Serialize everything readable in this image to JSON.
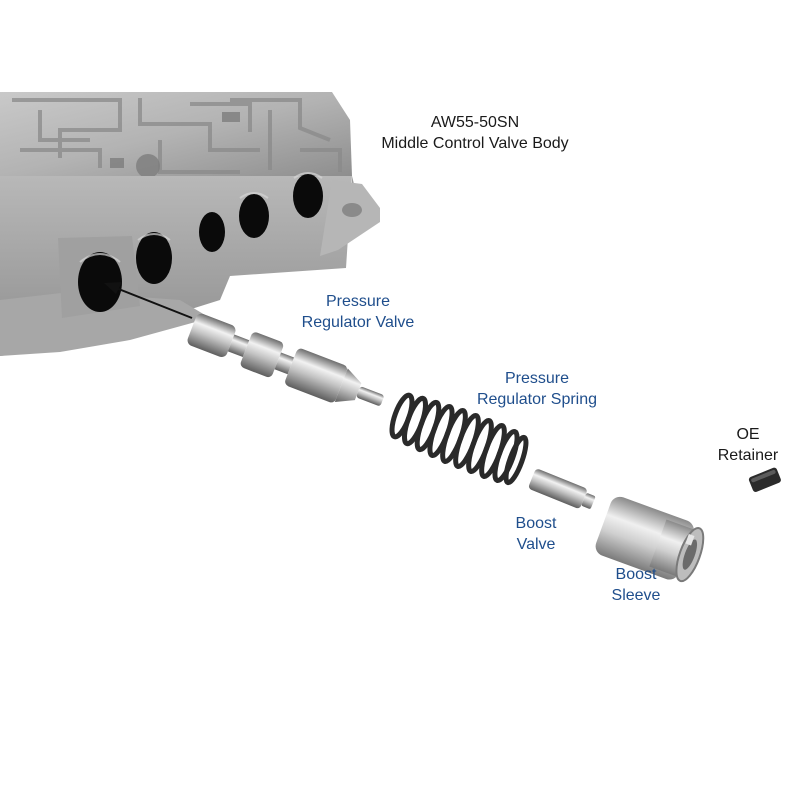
{
  "labels": {
    "valve_body": {
      "line1": "AW55-50SN",
      "line2": "Middle Control Valve Body"
    },
    "pressure_regulator_valve": {
      "line1": "Pressure",
      "line2": "Regulator Valve"
    },
    "pressure_regulator_spring": {
      "line1": "Pressure",
      "line2": "Regulator Spring"
    },
    "oe_retainer": {
      "line1": "OE",
      "line2": "Retainer"
    },
    "boost_valve": {
      "line1": "Boost",
      "line2": "Valve"
    },
    "boost_sleeve": {
      "line1": "Boost",
      "line2": "Sleeve"
    }
  },
  "colors": {
    "label_blue": "#1f4e8c",
    "label_dark": "#1a1a1a",
    "metal_light": "#d8d8d8",
    "metal_mid": "#a9a9a9",
    "metal_dark": "#6f6f6f",
    "bore_black": "#0a0a0a"
  }
}
